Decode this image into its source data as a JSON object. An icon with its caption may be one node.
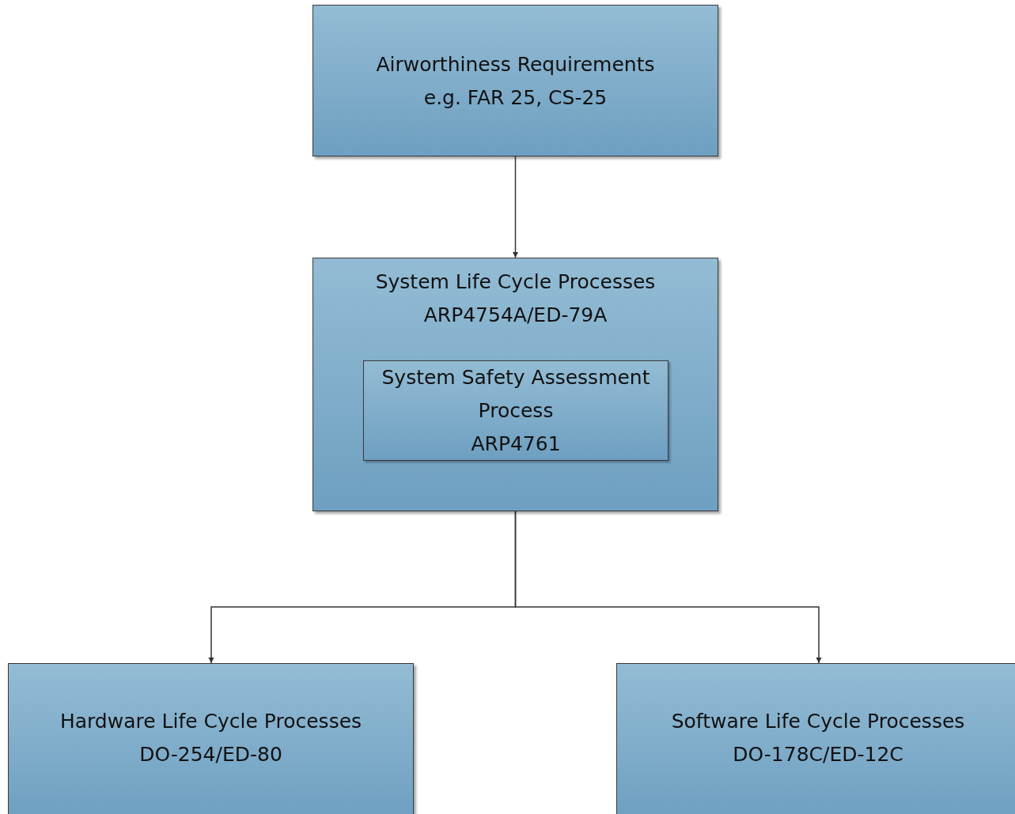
{
  "diagram": {
    "nodes": [
      {
        "text": [
          "Airworthiness Requirements",
          "e.g. FAR 25, CS-25"
        ]
      },
      {
        "text": [
          "System Life Cycle Processes",
          "ARP4754A/ED-79A"
        ]
      },
      {
        "text": [
          "System Safety Assessment Process",
          "ARP4761"
        ],
        "in": 1
      },
      {
        "text": [
          "Hardware Life Cycle Processes",
          "DO-254/ED-80"
        ]
      },
      {
        "text": [
          "Software Life Cycle Processes",
          "DO-178C/ED-12C"
        ]
      }
    ],
    "edges": [
      {
        "from": 0,
        "to": 1,
        "arrow": "to"
      },
      {
        "from": 1,
        "to": 3,
        "arrow": "to"
      },
      {
        "from": 1,
        "to": 4,
        "arrow": "to"
      }
    ]
  }
}
